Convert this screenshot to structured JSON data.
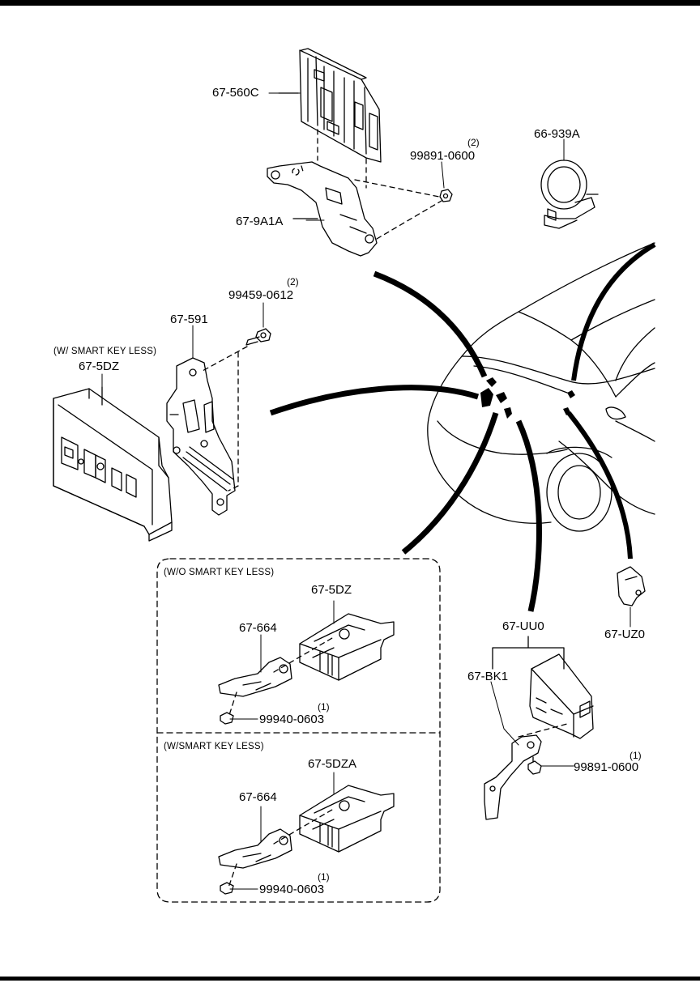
{
  "parts": {
    "p1": {
      "number": "67-560C"
    },
    "p2": {
      "number": "99891-0600",
      "qty": "(2)"
    },
    "p3": {
      "number": "66-939A"
    },
    "p4": {
      "number": "67-9A1A"
    },
    "p5": {
      "number": "99459-0612",
      "qty": "(2)"
    },
    "p6": {
      "number": "67-591"
    },
    "p7": {
      "number": "67-5DZ",
      "note": "(W/ SMART KEY LESS)"
    },
    "p8": {
      "number": "67-5DZ"
    },
    "p9": {
      "number": "67-664"
    },
    "p10": {
      "number": "99940-0603",
      "qty": "(1)"
    },
    "p11": {
      "number": "67-UU0"
    },
    "p12": {
      "number": "67-BK1"
    },
    "p13": {
      "number": "99891-0600",
      "qty": "(1)"
    },
    "p14": {
      "number": "67-UZ0"
    },
    "p15": {
      "number": "67-5DZA"
    },
    "p16": {
      "number": "67-664"
    },
    "p17": {
      "number": "99940-0603",
      "qty": "(1)"
    }
  },
  "variants": {
    "wo_smart_key": "(W/O SMART KEY LESS)",
    "w_smart_key": "(W/SMART KEY LESS)"
  }
}
